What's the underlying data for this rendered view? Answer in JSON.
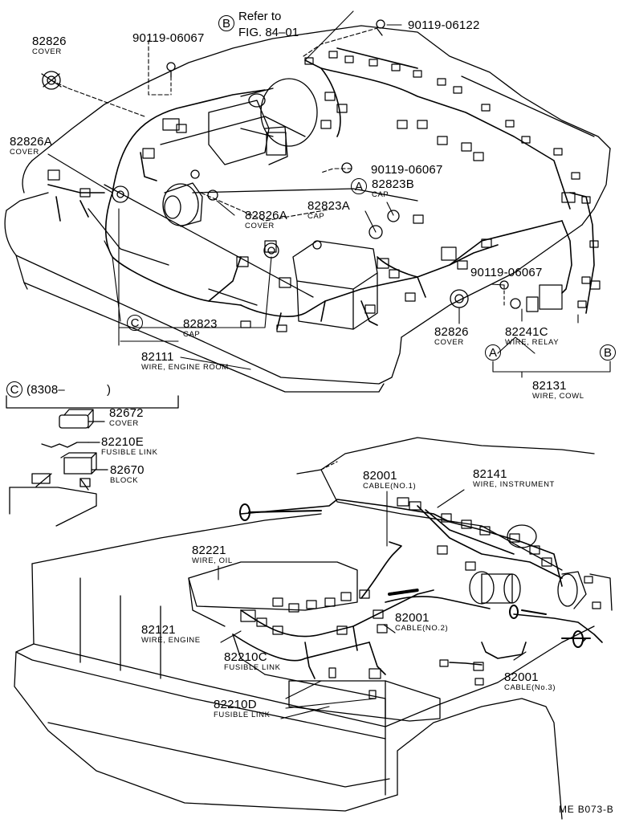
{
  "callouts": {
    "c1": {
      "num": "82826",
      "name": "COVER"
    },
    "c2": {
      "num": "90119-06067"
    },
    "c3": {
      "num": "90119-06122"
    },
    "c4": {
      "num": "82826A",
      "name": "COVER"
    },
    "c5": {
      "num": "90119-06067"
    },
    "c6": {
      "num": "82823B",
      "name": "CAP"
    },
    "c7": {
      "num": "82826A",
      "name": "COVER"
    },
    "c8": {
      "num": "82823A",
      "name": "CAP"
    },
    "c9": {
      "num": "90119-06067"
    },
    "c10": {
      "num": "82826",
      "name": "COVER"
    },
    "c11": {
      "num": "82241C",
      "name": "WIRE, RELAY"
    },
    "c12": {
      "num": "82823",
      "name": "CAP"
    },
    "c13": {
      "num": "82111",
      "name": "WIRE, ENGINE ROOM"
    },
    "c14": {
      "num": "82131",
      "name": "WIRE, COWL"
    },
    "c15": {
      "num": "82672",
      "name": "COVER"
    },
    "c16": {
      "num": "82210E",
      "name": "FUSIBLE LINK"
    },
    "c17": {
      "num": "82670",
      "name": "BLOCK"
    },
    "c18": {
      "num": "82001",
      "name": "CABLE(NO.1)"
    },
    "c19": {
      "num": "82141",
      "name": "WIRE, INSTRUMENT"
    },
    "c20": {
      "num": "82221",
      "name": "WIRE, OIL"
    },
    "c21": {
      "num": "82121",
      "name": "WIRE, ENGINE"
    },
    "c22": {
      "num": "82001",
      "name": "CABLE(NO.2)"
    },
    "c23": {
      "num": "82210C",
      "name": "FUSIBLE LINK"
    },
    "c24": {
      "num": "82210D",
      "name": "FUSIBLE LINK"
    },
    "c25": {
      "num": "82001",
      "name": "CABLE(No.3)"
    }
  },
  "refer": {
    "line1": "Refer to",
    "line2": "FIG. 84–01"
  },
  "markers": {
    "a": "A",
    "b": "B",
    "c": "C"
  },
  "inset": {
    "date": "(8308–"
  },
  "footer_code": "ME  B073-B"
}
